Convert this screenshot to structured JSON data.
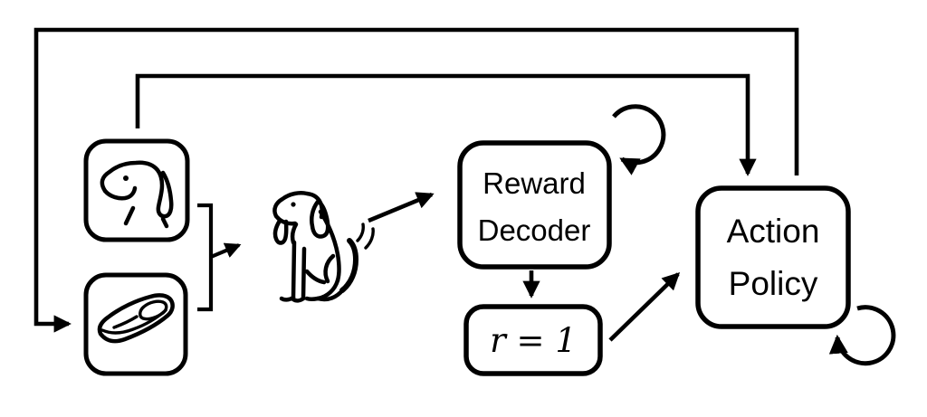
{
  "colors": {
    "ink": "#000000",
    "background": "#ffffff"
  },
  "diagram": {
    "description": "Dog reinforcement-learning loop diagram",
    "nodes": {
      "dog_image": {
        "id": "dog-image",
        "icon": "dog-head-icon"
      },
      "steak_image": {
        "id": "steak-image",
        "icon": "steak-icon"
      },
      "dog_agent": {
        "id": "dog-agent",
        "icon": "sitting-dog-icon"
      },
      "reward_decoder": {
        "line1": "Reward",
        "line2": "Decoder"
      },
      "reward_value": {
        "label": "r = 1"
      },
      "action_policy": {
        "line1": "Action",
        "line2": "Policy"
      }
    },
    "edges": [
      {
        "from": "action-policy",
        "to": "steak-image",
        "style": "orthogonal-arrow"
      },
      {
        "from": "dog-image",
        "to": "action-policy",
        "style": "orthogonal-arrow"
      },
      {
        "from": "dog-image+steak-image",
        "to": "dog-agent",
        "style": "bracket-then-arrow"
      },
      {
        "from": "dog-agent",
        "to": "reward-decoder",
        "style": "diagonal-arrow"
      },
      {
        "from": "reward-decoder",
        "to": "reward-value",
        "style": "straight-arrow"
      },
      {
        "from": "reward-value",
        "to": "action-policy",
        "style": "diagonal-arrow"
      },
      {
        "from": "reward-decoder",
        "to": "reward-decoder",
        "style": "self-loop"
      },
      {
        "from": "action-policy",
        "to": "action-policy",
        "style": "self-loop"
      }
    ]
  }
}
